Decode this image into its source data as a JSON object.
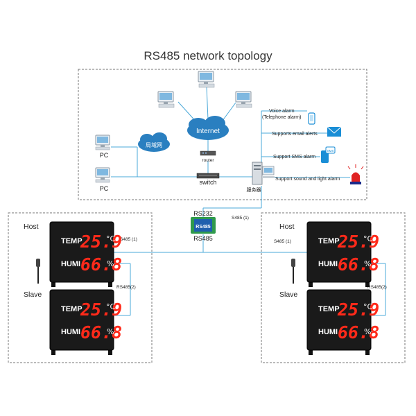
{
  "title": "RS485 network topology",
  "cloud_lan_label": "局域网",
  "internet_label": "Internet",
  "router_label": "router",
  "switch_label": "switch",
  "pc_label_1": "PC",
  "pc_label_2": "PC",
  "server_label": "服务器",
  "alarms": {
    "voice": "Voice alarm",
    "voice_sub": "(Telephone alarm)",
    "email": "Supports email alerts",
    "sms": "Support SMS alarm",
    "sound_light": "Support sound and light alarm"
  },
  "converter": {
    "top": "RS232",
    "body": "RS485",
    "bottom": "RS485"
  },
  "link_labels": {
    "top_right": "S485 (1)",
    "left_host": "S485 (1)",
    "right_host": "S485 (1)",
    "left_slave": "RS485(2)",
    "right_slave": "RS485(2)"
  },
  "role": {
    "host_left": "Host",
    "slave_left": "Slave",
    "host_right": "Host",
    "slave_right": "Slave"
  },
  "display": {
    "temp_label": "TEMP",
    "humi_label": "HUMI",
    "temp_value": "25.9",
    "humi_value": "66.8",
    "temp_unit": "°C",
    "humi_unit": "%"
  },
  "colors": {
    "line": "#4aa8d8",
    "display_red": "#ff2a1a",
    "device_body": "#1a1a1a"
  }
}
